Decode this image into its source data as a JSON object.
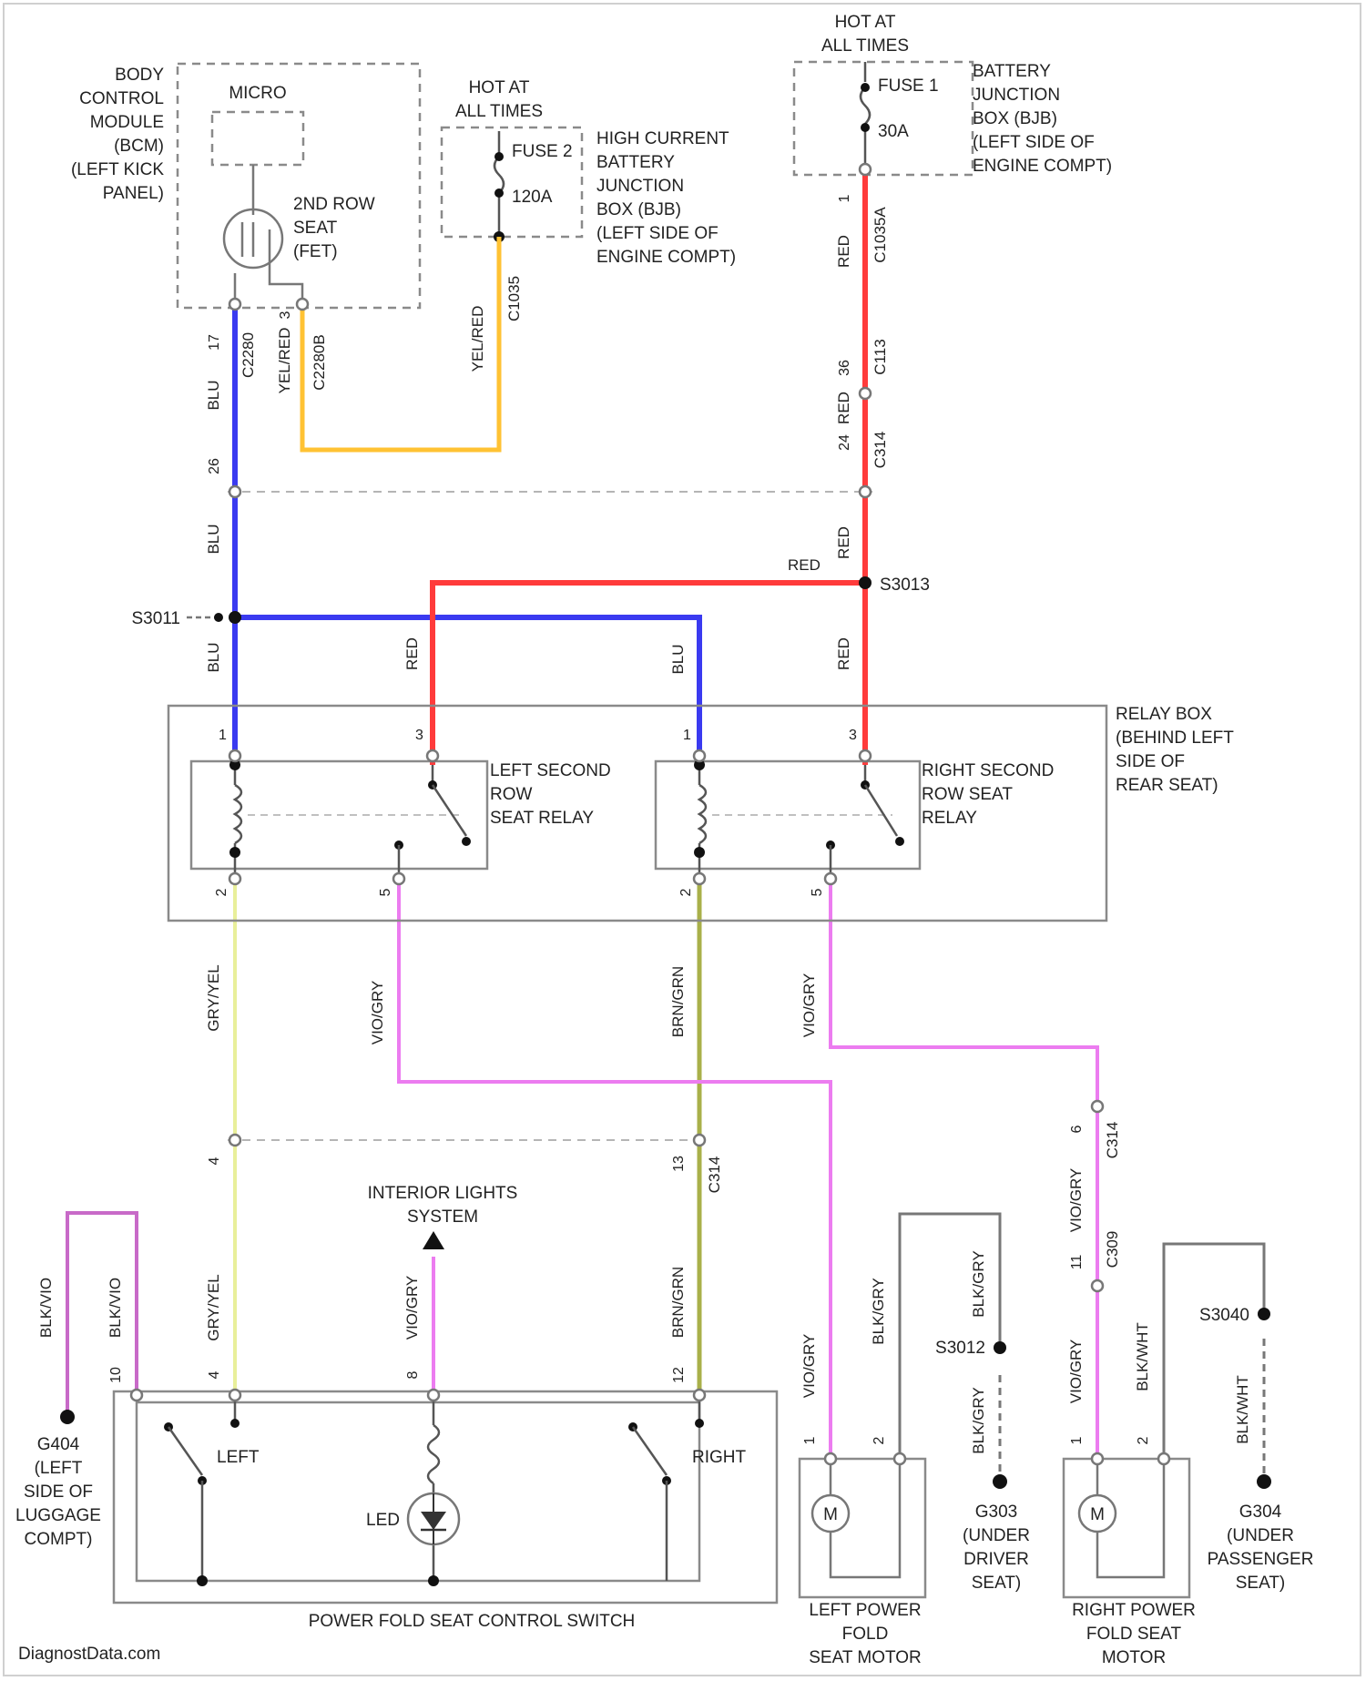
{
  "colors": {
    "blu": "#3a3af0",
    "red": "#ff3b3b",
    "yel_red": "#ffc233",
    "gry_yel": "#e9ef9a",
    "brn_grn": "#a9b04a",
    "vio_gry": "#ec7cf0",
    "blk_vio": "#c86ac8",
    "ground_wire": "#777777"
  },
  "labels": {
    "hot_at_all_times_1": "HOT AT",
    "hot_at_all_times_2": "ALL TIMES",
    "bcm": [
      "BODY",
      "CONTROL",
      "MODULE",
      "(BCM)",
      "(LEFT KICK",
      "PANEL)"
    ],
    "micro": "MICRO",
    "fet": [
      "2ND ROW",
      "SEAT",
      "(FET)"
    ],
    "fuse2": "FUSE 2",
    "fuse2_amp": "120A",
    "hcbjb": [
      "HIGH CURRENT",
      "BATTERY",
      "JUNCTION",
      "BOX (BJB)",
      "(LEFT SIDE OF",
      "ENGINE COMPT)"
    ],
    "fuse1": "FUSE 1",
    "fuse1_amp": "30A",
    "bjb": [
      "BATTERY",
      "JUNCTION",
      "BOX (BJB)",
      "(LEFT SIDE OF",
      "ENGINE COMPT)"
    ],
    "s3011": "S3011",
    "s3013": "S3013",
    "relay_box": [
      "RELAY BOX",
      "(BEHIND LEFT",
      "SIDE OF",
      "REAR SEAT)"
    ],
    "left_relay": [
      "LEFT SECOND",
      "ROW",
      "SEAT RELAY"
    ],
    "right_relay": [
      "RIGHT SECOND",
      "ROW SEAT",
      "RELAY"
    ],
    "interior_lights": [
      "INTERIOR LIGHTS",
      "SYSTEM"
    ],
    "g404": [
      "G404",
      "(LEFT",
      "SIDE OF",
      "LUGGAGE",
      "COMPT)"
    ],
    "switch_left": "LEFT",
    "switch_right": "RIGHT",
    "led": "LED",
    "switch_title": "POWER FOLD SEAT CONTROL SWITCH",
    "left_motor": [
      "LEFT POWER",
      "FOLD",
      "SEAT MOTOR"
    ],
    "right_motor": [
      "RIGHT POWER",
      "FOLD SEAT",
      "MOTOR"
    ],
    "motor_m": "M",
    "s3012": "S3012",
    "s3040": "S3040",
    "g303": [
      "G303",
      "(UNDER",
      "DRIVER",
      "SEAT)"
    ],
    "g304": [
      "G304",
      "(UNDER",
      "PASSENGER",
      "SEAT)"
    ],
    "footer": "DiagnostData.com"
  },
  "wires": {
    "blu": "BLU",
    "red": "RED",
    "yel_red": "YEL/RED",
    "gry_yel": "GRY/YEL",
    "vio_gry": "VIO/GRY",
    "brn_grn": "BRN/GRN",
    "blk_vio": "BLK/VIO",
    "blk_gry": "BLK/GRY",
    "blk_wht": "BLK/WHT"
  },
  "connectors": {
    "c2280": "C2280",
    "c2280b": "C2280B",
    "c1035": "C1035",
    "c1035a": "C1035A",
    "c113": "C113",
    "c314": "C314",
    "c309": "C309"
  },
  "pins": {
    "p17": "17",
    "p3_top": "3",
    "p1_fuse": "1",
    "p1_bjb": "1",
    "p36": "36",
    "p24": "24",
    "p26": "26",
    "p1": "1",
    "p3": "3",
    "p2": "2",
    "p5": "5",
    "p4": "4",
    "p13": "13",
    "p6": "6",
    "p11": "11",
    "sw10": "10",
    "sw4": "4",
    "sw8": "8",
    "sw12": "12",
    "m1": "1",
    "m2": "2",
    "rm1": "1",
    "rm2": "2"
  }
}
